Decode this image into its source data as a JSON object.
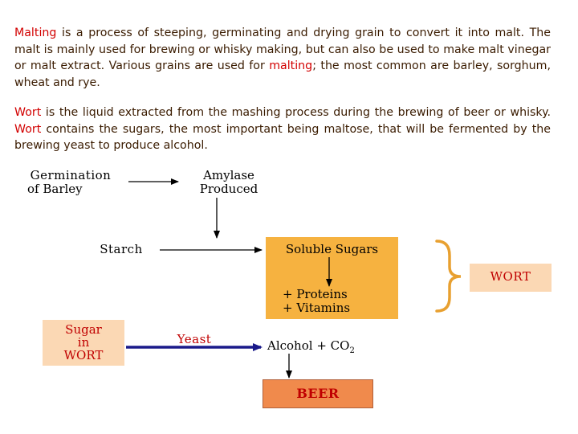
{
  "paragraphs": {
    "malting": {
      "term1": "Malting",
      "text1": " is a process of steeping, germinating and drying grain to convert it into malt. The malt is mainly used for brewing or whisky making, but can also be used to make malt vinegar or malt extract. Various grains are used for ",
      "term2": "malting",
      "text2": "; the most common are barley, sorghum, wheat and rye."
    },
    "wort": {
      "term1": "Wort",
      "text1": "  is the liquid extracted from the mashing process during the brewing of beer or whisky. ",
      "term2": "Wort",
      "text2": " contains the sugars, the most important being maltose, that will be fermented by the brewing yeast to produce alcohol."
    }
  },
  "diagram": {
    "germination_line1": "Germination",
    "germination_line2": "of Barley",
    "amylase_line1": "Amylase",
    "amylase_line2": "Produced",
    "starch": "Starch",
    "soluble_sugars": "Soluble Sugars",
    "proteins": "+ Proteins",
    "vitamins": "+ Vitamins",
    "wort_label": "WORT",
    "sugar_line1": "Sugar",
    "sugar_line2": "in",
    "sugar_line3": "WORT",
    "yeast": "Yeast",
    "alcohol": "Alcohol + CO",
    "alcohol_sub": "2",
    "beer": "BEER"
  },
  "colors": {
    "highlight": "#d20000",
    "orange_box": "#f6b240",
    "peach_box": "#fbd8b4",
    "beer_box": "#f08a4c",
    "brace": "#e8a030",
    "yeast_arrow": "#1a1a8a"
  }
}
